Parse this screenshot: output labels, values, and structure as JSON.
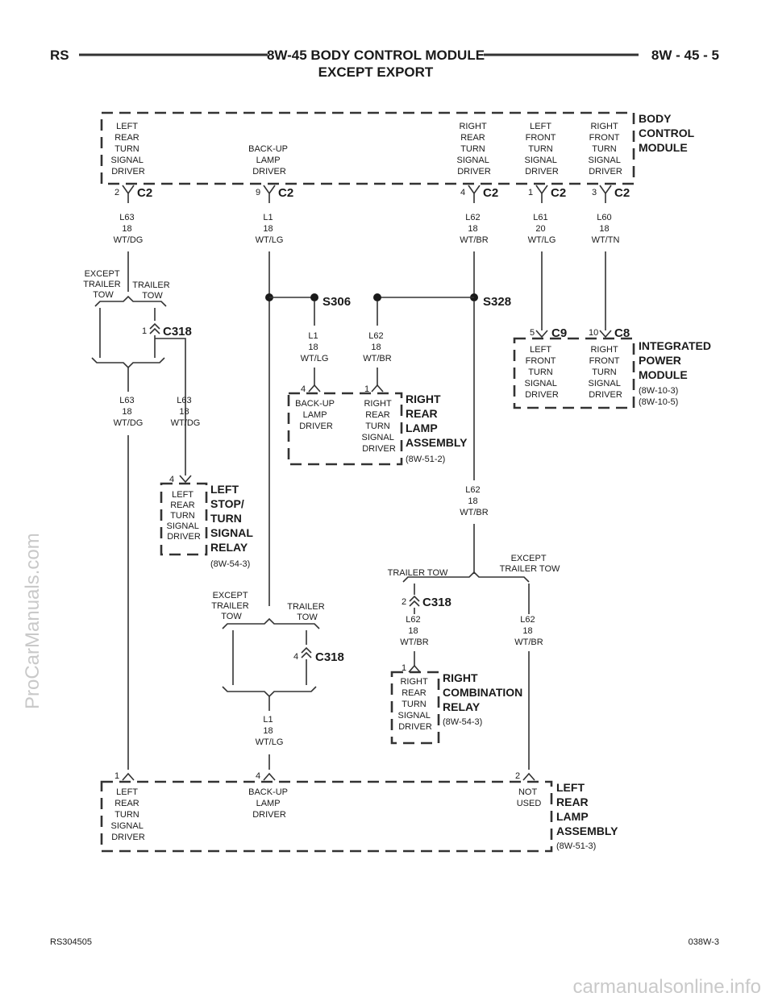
{
  "header": {
    "left": "RS",
    "title_line1": "8W-45 BODY CONTROL MODULE",
    "title_line2": "EXCEPT EXPORT",
    "right": "8W - 45 - 5"
  },
  "footer": {
    "left": "RS304505",
    "right": "038W-3"
  },
  "watermarks": {
    "vertical": "ProCarManuals.com",
    "bottom": "carmanualsonline.info"
  },
  "components": {
    "bcm": {
      "name_lines": [
        "BODY",
        "CONTROL",
        "MODULE"
      ]
    },
    "ipm": {
      "name_lines": [
        "INTEGRATED",
        "POWER",
        "MODULE"
      ],
      "refs": [
        "(8W-10-3)",
        "(8W-10-5)"
      ]
    },
    "rra": {
      "name_lines": [
        "RIGHT",
        "REAR",
        "LAMP",
        "ASSEMBLY"
      ],
      "refs": [
        "(8W-51-2)"
      ]
    },
    "lstr": {
      "name_lines": [
        "LEFT",
        "STOP/",
        "TURN",
        "SIGNAL",
        "RELAY"
      ],
      "refs": [
        "(8W-54-3)"
      ]
    },
    "rcr": {
      "name_lines": [
        "RIGHT",
        "COMBINATION",
        "RELAY"
      ],
      "refs": [
        "(8W-54-3)"
      ]
    },
    "lra": {
      "name_lines": [
        "LEFT",
        "REAR",
        "LAMP",
        "ASSEMBLY"
      ],
      "refs": [
        "(8W-51-3)"
      ]
    }
  },
  "drivers": {
    "bcm_lrts": [
      "LEFT",
      "REAR",
      "TURN",
      "SIGNAL",
      "DRIVER"
    ],
    "bcm_backup": [
      "BACK-UP",
      "LAMP",
      "DRIVER"
    ],
    "bcm_rrts": [
      "RIGHT",
      "REAR",
      "TURN",
      "SIGNAL",
      "DRIVER"
    ],
    "bcm_lfts": [
      "LEFT",
      "FRONT",
      "TURN",
      "SIGNAL",
      "DRIVER"
    ],
    "bcm_rfts": [
      "RIGHT",
      "FRONT",
      "TURN",
      "SIGNAL",
      "DRIVER"
    ],
    "ipm_lfts": [
      "LEFT",
      "FRONT",
      "TURN",
      "SIGNAL",
      "DRIVER"
    ],
    "ipm_rfts": [
      "RIGHT",
      "FRONT",
      "TURN",
      "SIGNAL",
      "DRIVER"
    ],
    "rra_backup": [
      "BACK-UP",
      "LAMP",
      "DRIVER"
    ],
    "rra_rrts": [
      "RIGHT",
      "REAR",
      "TURN",
      "SIGNAL",
      "DRIVER"
    ],
    "lstr_lrts": [
      "LEFT",
      "REAR",
      "TURN",
      "SIGNAL",
      "DRIVER"
    ],
    "rcr_rrts": [
      "RIGHT",
      "REAR",
      "TURN",
      "SIGNAL",
      "DRIVER"
    ],
    "lra_lrts": [
      "LEFT",
      "REAR",
      "TURN",
      "SIGNAL",
      "DRIVER"
    ],
    "lra_backup": [
      "BACK-UP",
      "LAMP",
      "DRIVER"
    ],
    "lra_notused": [
      "NOT",
      "USED"
    ]
  },
  "connectors": {
    "c2": "C2",
    "c8": "C8",
    "c9": "C9",
    "c318": "C318",
    "s306": "S306",
    "s328": "S328"
  },
  "pins": {
    "bcm_c2_2": "2",
    "bcm_c2_9": "9",
    "bcm_c2_4": "4",
    "bcm_c2_1": "1",
    "bcm_c2_3": "3",
    "ipm_c9_5": "5",
    "ipm_c8_10": "10",
    "c318_1": "1",
    "c318_2": "2",
    "c318_4": "4",
    "rra_4": "4",
    "rra_1": "1",
    "lstr_4": "4",
    "rcr_1": "1",
    "lra_1": "1",
    "lra_4": "4",
    "lra_2": "2"
  },
  "wires": {
    "l63_18_wtdg": [
      "L63",
      "18",
      "WT/DG"
    ],
    "l1_18_wtlg": [
      "L1",
      "18",
      "WT/LG"
    ],
    "l62_18_wtbr": [
      "L62",
      "18",
      "WT/BR"
    ],
    "l61_20_wtlg": [
      "L61",
      "20",
      "WT/LG"
    ],
    "l60_18_wttn": [
      "L60",
      "18",
      "WT/TN"
    ]
  },
  "options": {
    "except_trailer_tow": [
      "EXCEPT",
      "TRAILER",
      "TOW"
    ],
    "trailer_tow": [
      "TRAILER",
      "TOW"
    ],
    "trailer_tow_oneline": "TRAILER TOW",
    "except_trailer_tow_2line": [
      "EXCEPT",
      "TRAILER TOW"
    ]
  }
}
